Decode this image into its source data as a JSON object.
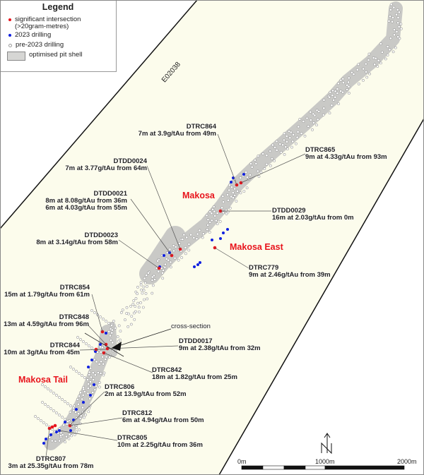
{
  "legend": {
    "title": "Legend",
    "items": [
      {
        "label": "significant intersection",
        "sub": "(>20gram-metres)",
        "color": "#e8141c"
      },
      {
        "label": "2023 drilling",
        "color": "#1020e0"
      },
      {
        "label": "pre-2023 drilling",
        "color": "#aaaaaa"
      },
      {
        "label": "optimised pit shell",
        "color": "#d6d6d4"
      }
    ]
  },
  "grid_label": "E02038",
  "areas": [
    "Makosa",
    "Makosa East",
    "Makosa Tail"
  ],
  "cross_section_label": "cross-section",
  "intersections": [
    {
      "hole": "DTRC864",
      "lines": [
        "7m at 3.9g/tAu from 49m"
      ]
    },
    {
      "hole": "DTRC865",
      "lines": [
        "9m at 4.33g/tAu from 93m"
      ]
    },
    {
      "hole": "DTDD0024",
      "lines": [
        "7m at 3.77g/tAu from 64m"
      ]
    },
    {
      "hole": "DTDD0021",
      "lines": [
        "8m at 8.08g/tAu from 36m",
        "6m at 4.03g/tAu from 55m"
      ]
    },
    {
      "hole": "DTDD0029",
      "lines": [
        "16m at 2.03g/tAu from 0m"
      ]
    },
    {
      "hole": "DTDD0023",
      "lines": [
        "8m at 3.14g/tAu from 58m"
      ]
    },
    {
      "hole": "DTRC779",
      "lines": [
        "9m at 2.46g/tAu from 39m"
      ]
    },
    {
      "hole": "DTRC854",
      "lines": [
        "15m at 1.79g/tAu from 61m"
      ]
    },
    {
      "hole": "DTRC848",
      "lines": [
        "13m at 4.59g/tAu from 96m"
      ]
    },
    {
      "hole": "DTDD0017",
      "lines": [
        "9m at 2.38g/tAu from 32m"
      ]
    },
    {
      "hole": "DTRC844",
      "lines": [
        "10m at 3g/tAu from 45m"
      ]
    },
    {
      "hole": "DTRC842",
      "lines": [
        "18m at 1.82g/tAu from 25m"
      ]
    },
    {
      "hole": "DTRC806",
      "lines": [
        "2m at 13.9g/tAu from 52m"
      ]
    },
    {
      "hole": "DTRC812",
      "lines": [
        "6m at 4.94g/tAu from 50m"
      ]
    },
    {
      "hole": "DTRC805",
      "lines": [
        "10m at 2.25g/tAu from 36m"
      ]
    },
    {
      "hole": "DTRC807",
      "lines": [
        "3m at 25.35g/tAu from 78m"
      ]
    }
  ],
  "scale_bar": {
    "labels": [
      "0m",
      "1000m",
      "2000m"
    ]
  },
  "north_arrow": "N",
  "colors": {
    "strip": "#fcfcec",
    "shell": "#c9c9c6",
    "significant": "#e8141c",
    "new": "#1020e0"
  }
}
